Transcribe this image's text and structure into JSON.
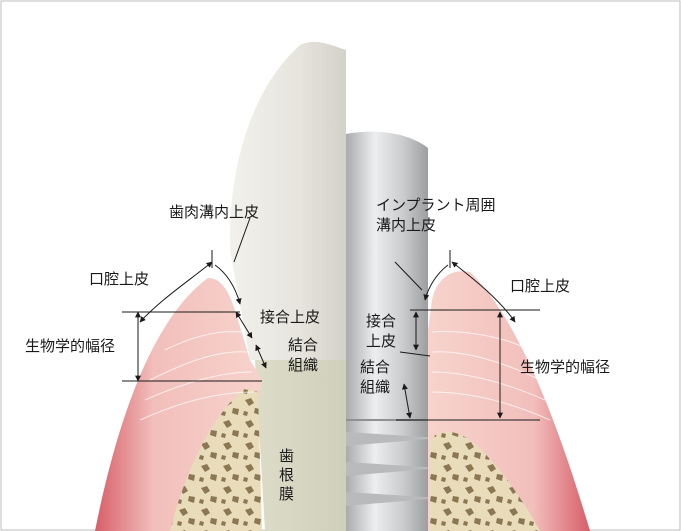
{
  "labels": {
    "gingival_sulcus_epithelium": "歯肉溝内上皮",
    "oral_epithelium_left": "口腔上皮",
    "junctional_epithelium_left": "接合上皮",
    "connective_tissue_left_1": "結合",
    "connective_tissue_left_2": "組織",
    "biologic_width_left": "生物学的幅径",
    "periodontal_ligament": "歯根膜",
    "implant_sulcus_1": "インプラント周囲",
    "implant_sulcus_2": "溝内上皮",
    "oral_epithelium_right": "口腔上皮",
    "junctional_epithelium_right_1": "接合",
    "junctional_epithelium_right_2": "上皮",
    "connective_tissue_right_1": "結合",
    "connective_tissue_right_2": "組織",
    "biologic_width_right": "生物学的幅径"
  },
  "colors": {
    "gingiva_outer": "#d9656f",
    "gingiva_inner": "#f4c9c3",
    "bone": "#e7d8b5",
    "bone_dark": "#8a7650",
    "tooth": "#e8e6df",
    "root": "#d8d8c4",
    "implant": "#cfd1d3"
  }
}
